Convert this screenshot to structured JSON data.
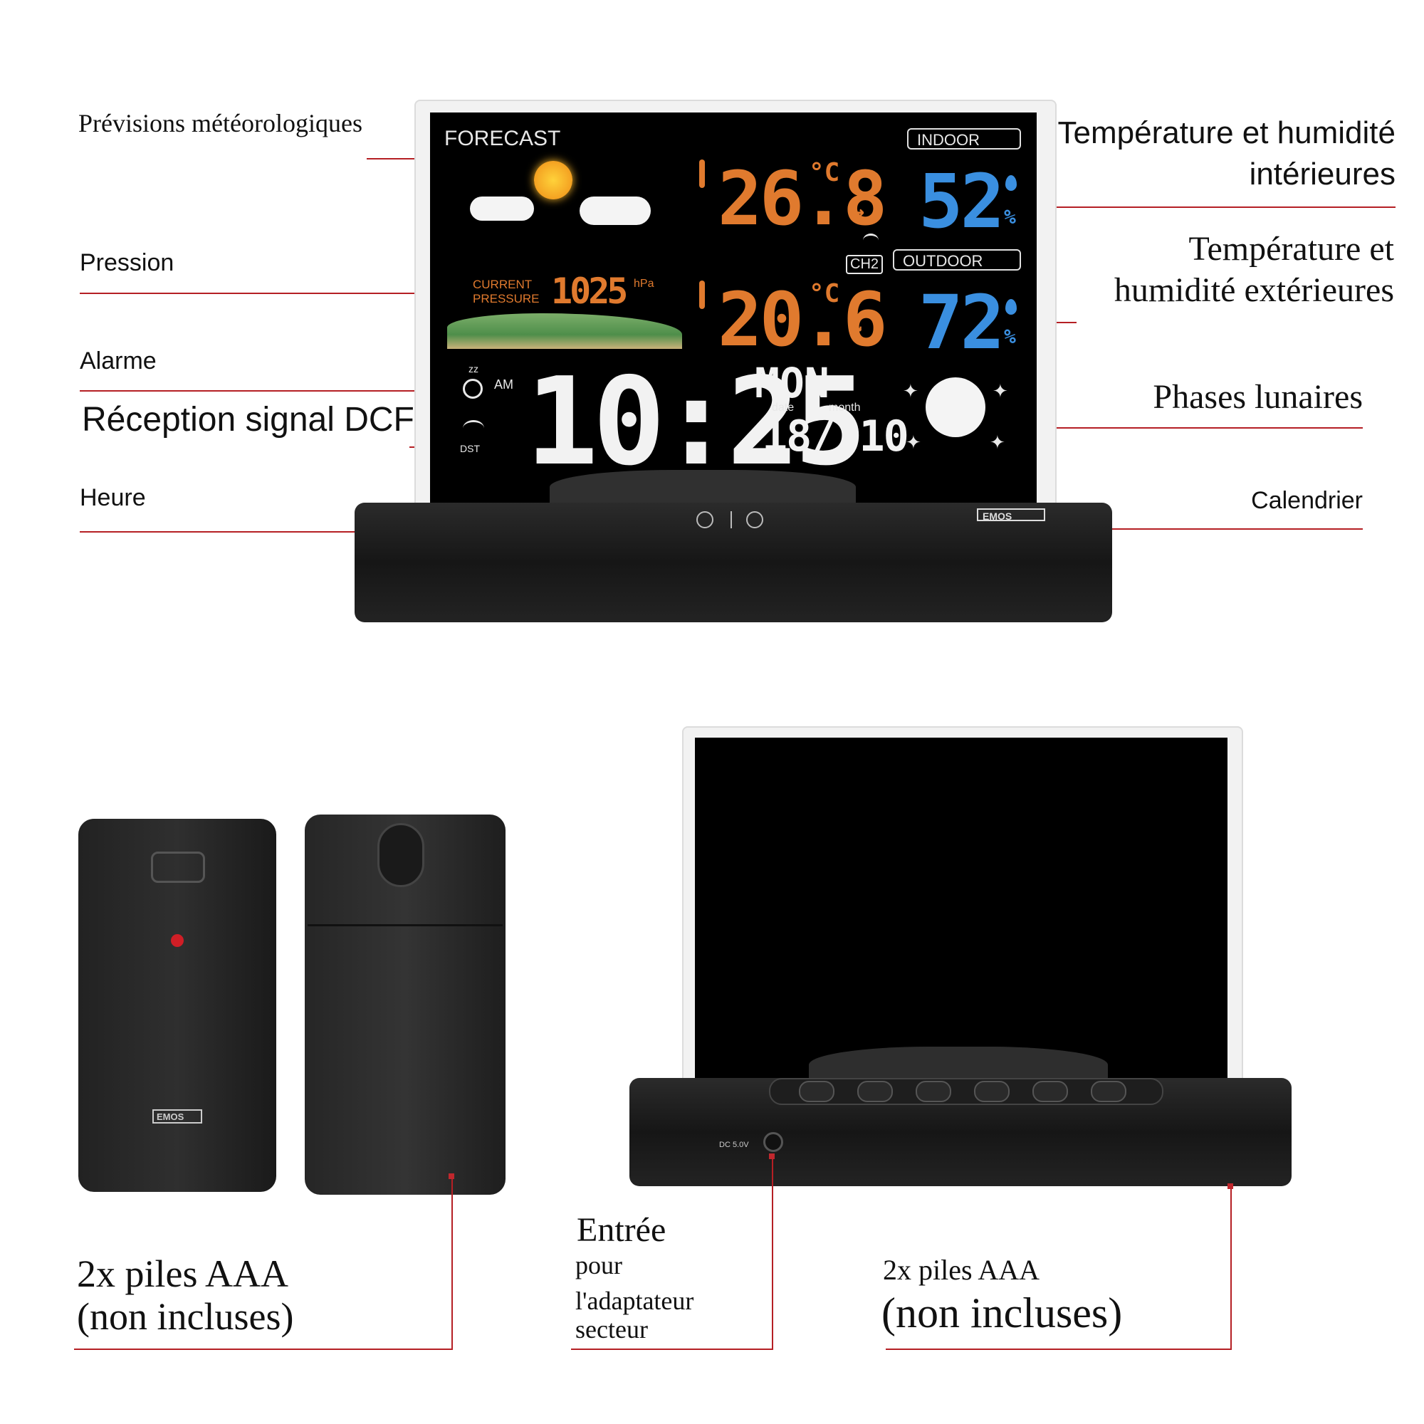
{
  "labels": {
    "forecast_callout": "Prévisions météorologiques",
    "pressure_callout": "Pression",
    "alarm_callout": "Alarme",
    "dcf_callout": "Réception signal DCF",
    "time_callout": "Heure",
    "indoor_callout_line1": "Température et humidité",
    "indoor_callout_line2": "intérieures",
    "outdoor_callout_line1": "Température et",
    "outdoor_callout_line2": "humidité extérieures",
    "moon_callout": "Phases lunaires",
    "calendar_callout": "Calendrier",
    "sensor_batteries_line1": "2x piles AAA",
    "sensor_batteries_line2": "(non incluses)",
    "adapter_line1": "Entrée",
    "adapter_line2": "pour",
    "adapter_line3": "l'adaptateur",
    "adapter_line4": "secteur",
    "station_batteries_line1": "2x piles AAA",
    "station_batteries_line2": "(non incluses)"
  },
  "display": {
    "forecast_title": "FORECAST",
    "indoor_box": "INDOOR",
    "outdoor_box": "OUTDOOR",
    "indoor_temp": "26.8",
    "indoor_temp_unit": "°C",
    "indoor_trend": "→",
    "indoor_humidity": "52",
    "percent": "%",
    "channel": "CH2",
    "pressure_label_line1": "CURRENT",
    "pressure_label_line2": "PRESSURE",
    "pressure_value": "1025",
    "pressure_unit": "hPa",
    "outdoor_temp": "20.6",
    "outdoor_temp_unit": "°C",
    "outdoor_trend": "↘",
    "outdoor_humidity": "72",
    "am": "AM",
    "dst": "DST",
    "zz": "zz",
    "time": "10:25",
    "weekday": "MON",
    "date_label": "date",
    "month_label": "month",
    "date_value": "18/ 10"
  },
  "brand": "EMOS",
  "dc_label": "DC 5.0V",
  "colors": {
    "callout_line": "#b51f24",
    "orange_digits": "#e07a2e",
    "blue_digits": "#3a8fe0",
    "screen": "#000000",
    "housing": "#1c1c1c"
  }
}
